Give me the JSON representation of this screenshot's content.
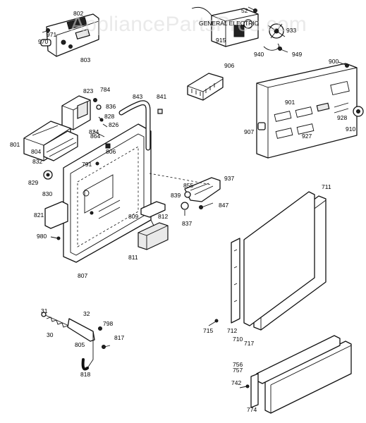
{
  "watermark": "AppliancePartsPros.com",
  "panel_text": "GENERAL ELECTRIC",
  "labels": [
    "802",
    "971",
    "970",
    "803",
    "52",
    "915",
    "940",
    "949",
    "933",
    "906",
    "900",
    "901",
    "928",
    "910",
    "907",
    "927",
    "823",
    "784",
    "836",
    "828",
    "824",
    "864",
    "826",
    "801",
    "804",
    "832",
    "806",
    "843",
    "841",
    "791",
    "829",
    "830",
    "821",
    "980",
    "807",
    "809",
    "812",
    "811",
    "839",
    "855",
    "937",
    "847",
    "837",
    "711",
    "712",
    "710",
    "717",
    "715",
    "31",
    "32",
    "30",
    "805",
    "798",
    "817",
    "818",
    "756",
    "757",
    "742",
    "774"
  ]
}
